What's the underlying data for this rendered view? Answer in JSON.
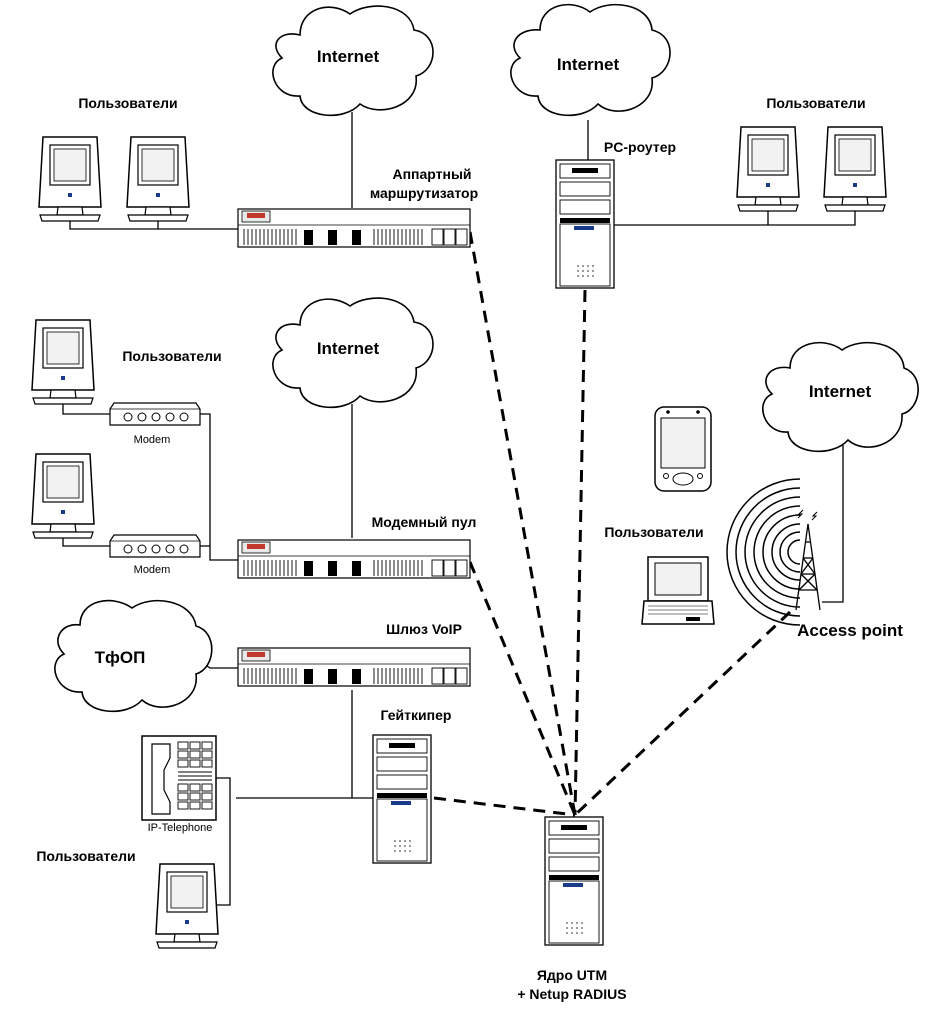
{
  "labels": {
    "internet_1": "Internet",
    "internet_2": "Internet",
    "internet_3": "Internet",
    "internet_4": "Internet",
    "pstn": "ТфОП",
    "users_top_left": "Пользователи",
    "users_top_right": "Пользователи",
    "users_modem": "Пользователи",
    "users_mobile": "Пользователи",
    "users_bottom": "Пользователи",
    "hw_router_line1": "Аппартный",
    "hw_router_line2": "маршрутизатор",
    "pc_router": "PC-роутер",
    "modem_pool": "Модемный пул",
    "voip_gateway": "Шлюз VoIP",
    "gatekeeper": "Гейткипер",
    "access_point": "Access point",
    "modem_1": "Modem",
    "modem_2": "Modem",
    "ip_phone": "IP-Telephone",
    "core_line1": "Ядро UTM",
    "core_line2": "+ Netup RADIUS"
  }
}
